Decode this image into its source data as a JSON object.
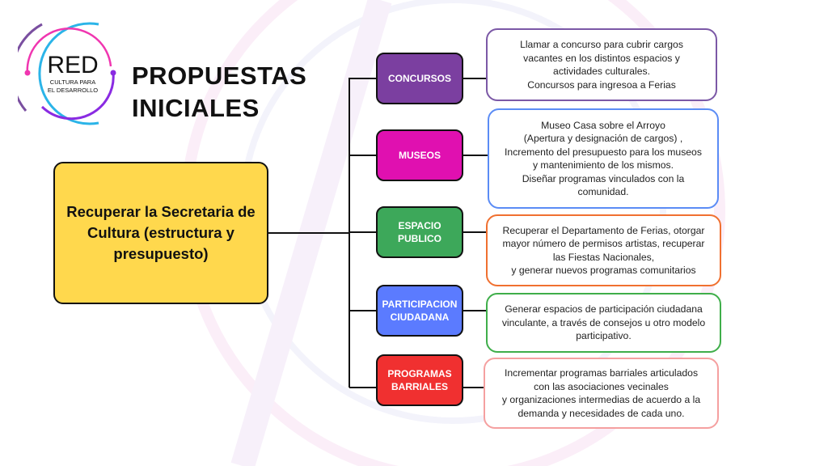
{
  "logo": {
    "name": "RED",
    "subtitle_1": "CULTURA PARA",
    "subtitle_2": "EL DESARROLLO"
  },
  "title": {
    "line1": "PROPUESTAS",
    "line2": "INICIALES"
  },
  "main": {
    "text": "Recuperar la Secretaria de Cultura (estructura y presupuesto)",
    "color": "#FFD84D"
  },
  "categories": [
    {
      "label": "CONCURSOS",
      "color": "#7B3FA0",
      "detail": "Llamar a concurso para cubrir cargos\nvacantes en los distintos espacios y\nactividades culturales.\nConcursos para ingresoa a Ferias",
      "border": "#7B58A6"
    },
    {
      "label": "MUSEOS",
      "color": "#E010B0",
      "detail": "Museo Casa sobre el Arroyo\n(Apertura y designación de cargos) ,\nIncremento del presupuesto para los museos\ny mantenimiento de los mismos.\nDiseñar programas vinculados con la\ncomunidad.",
      "border": "#5B8CF5"
    },
    {
      "label": "ESPACIO PUBLICO",
      "color": "#3DA85A",
      "detail": "Recuperar el Departamento de Ferias, otorgar\nmayor número de permisos artistas, recuperar\nlas Fiestas Nacionales,\ny generar nuevos programas comunitarios",
      "border": "#F07030"
    },
    {
      "label": "PARTICIPACION CIUDADANA",
      "color": "#5B7BFF",
      "detail": "Generar espacios de participación ciudadana\nvinculante, a través de consejos u otro modelo\nparticipativo.",
      "border": "#3FAE4A"
    },
    {
      "label": "PROGRAMAS BARRIALES",
      "color": "#F03030",
      "detail": "Incrementar programas barriales articulados\ncon las asociaciones vecinales\ny organizaciones intermedias de acuerdo a la\ndemanda y necesidades de cada uno.",
      "border": "#F5A0A0"
    }
  ]
}
